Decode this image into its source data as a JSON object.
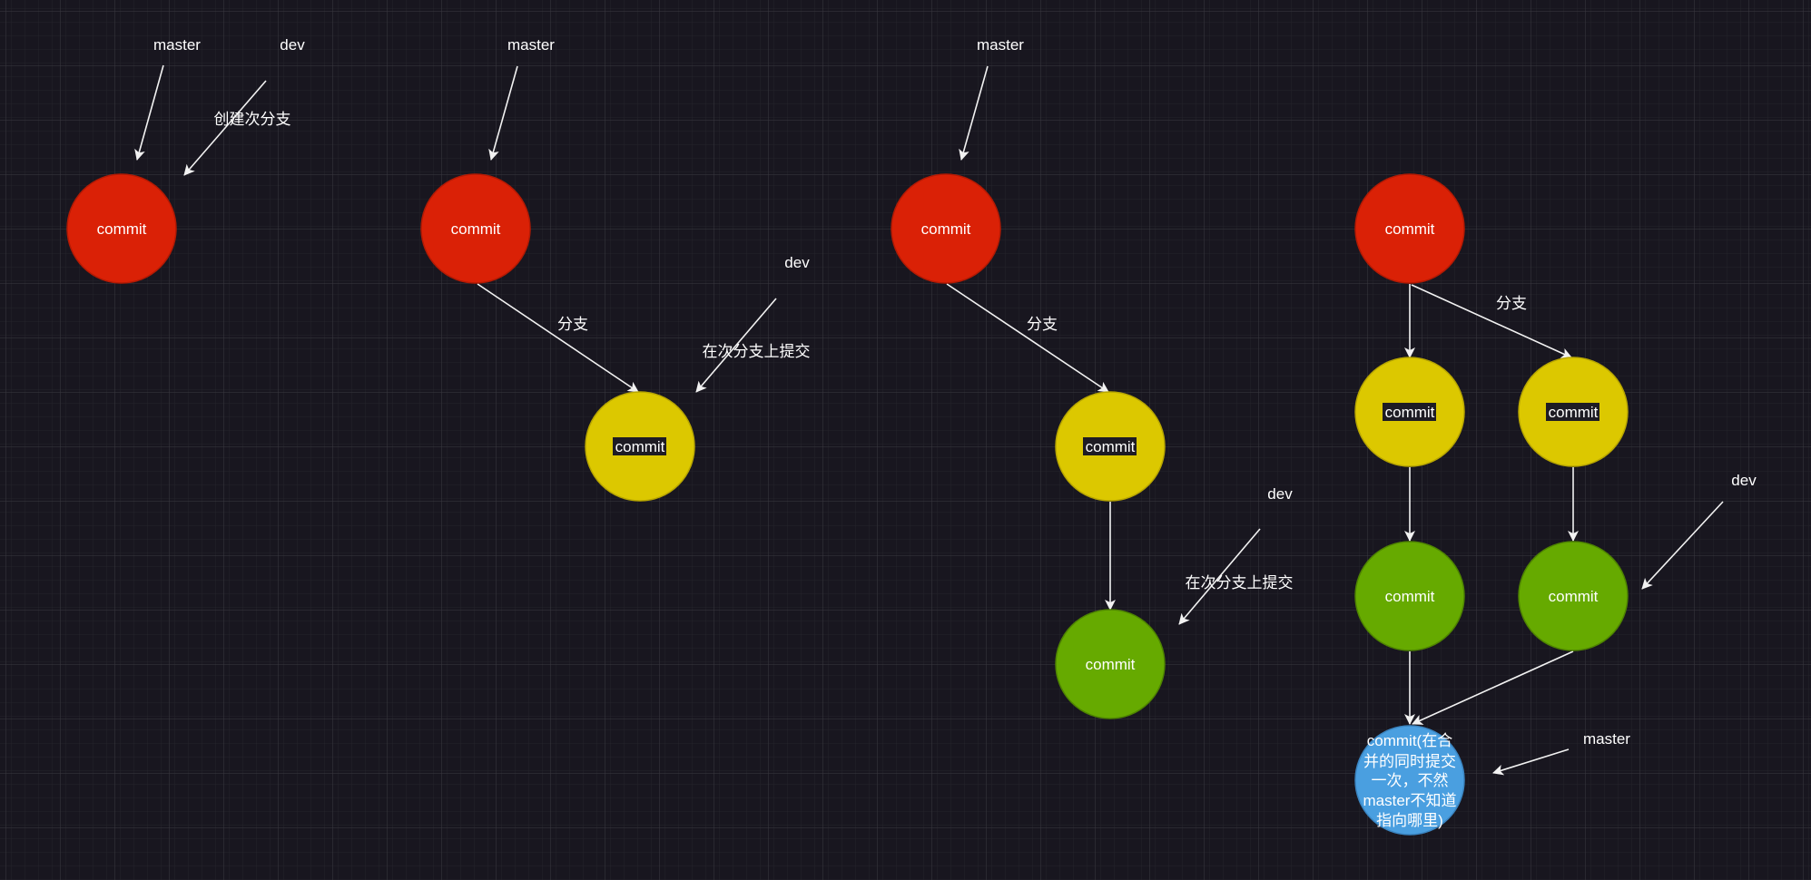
{
  "diagram": {
    "title": "git branch merge flow",
    "colors": {
      "background": "#18161f",
      "grid_major": "#3a3940",
      "grid_minor": "#25242b",
      "master_commit": "#da2106",
      "branch_commit": "#dcc800",
      "new_commit": "#66aa00",
      "merge_commit": "#4a9fe0",
      "edge": "#f2f2f2",
      "text": "#ffffff",
      "text_highlight_bg": "#1e1c24"
    },
    "panels": [
      {
        "id": "panel-1",
        "nodes": [
          {
            "id": "p1-master-commit",
            "label": "commit",
            "kind": "master_commit"
          }
        ],
        "pointers": [
          {
            "id": "p1-master-pointer",
            "label": "master"
          },
          {
            "id": "p1-dev-pointer",
            "label": "dev"
          }
        ],
        "annotations": [
          {
            "id": "p1-note",
            "text": "创建次分支"
          }
        ]
      },
      {
        "id": "panel-2",
        "nodes": [
          {
            "id": "p2-master-commit",
            "label": "commit",
            "kind": "master_commit"
          },
          {
            "id": "p2-branch-commit",
            "label": "commit",
            "kind": "branch_commit"
          }
        ],
        "edges": [
          {
            "from": "p2-master-commit",
            "to": "p2-branch-commit",
            "label": "分支"
          }
        ],
        "pointers": [
          {
            "id": "p2-master-pointer",
            "label": "master"
          },
          {
            "id": "p2-dev-pointer",
            "label": "dev"
          }
        ],
        "annotations": [
          {
            "id": "p2-note",
            "text": "在次分支上提交"
          }
        ]
      },
      {
        "id": "panel-3",
        "nodes": [
          {
            "id": "p3-master-commit",
            "label": "commit",
            "kind": "master_commit"
          },
          {
            "id": "p3-branch-commit",
            "label": "commit",
            "kind": "branch_commit"
          },
          {
            "id": "p3-new-commit",
            "label": "commit",
            "kind": "new_commit"
          }
        ],
        "edges": [
          {
            "from": "p3-master-commit",
            "to": "p3-branch-commit",
            "label": "分支"
          },
          {
            "from": "p3-branch-commit",
            "to": "p3-new-commit",
            "label": ""
          }
        ],
        "pointers": [
          {
            "id": "p3-master-pointer",
            "label": "master"
          },
          {
            "id": "p3-dev-pointer",
            "label": "dev"
          }
        ],
        "annotations": [
          {
            "id": "p3-note",
            "text": "在次分支上提交"
          }
        ]
      },
      {
        "id": "panel-4",
        "nodes": [
          {
            "id": "p4-root-commit",
            "label": "commit",
            "kind": "master_commit"
          },
          {
            "id": "p4-left-branch-commit",
            "label": "commit",
            "kind": "branch_commit"
          },
          {
            "id": "p4-right-branch-commit",
            "label": "commit",
            "kind": "branch_commit"
          },
          {
            "id": "p4-left-new-commit",
            "label": "commit",
            "kind": "new_commit"
          },
          {
            "id": "p4-right-new-commit",
            "label": "commit",
            "kind": "new_commit"
          },
          {
            "id": "p4-merge-commit",
            "label": "commit(在合并的同时提交一次，不然master不知道指向哪里)",
            "kind": "merge_commit",
            "lines": [
              "commit(在合",
              "并的同时提交",
              "一次，不然",
              "master不知道",
              "指向哪里)"
            ]
          }
        ],
        "edges": [
          {
            "from": "p4-root-commit",
            "to": "p4-left-branch-commit",
            "label": ""
          },
          {
            "from": "p4-root-commit",
            "to": "p4-right-branch-commit",
            "label": "分支"
          },
          {
            "from": "p4-left-branch-commit",
            "to": "p4-left-new-commit",
            "label": ""
          },
          {
            "from": "p4-right-branch-commit",
            "to": "p4-right-new-commit",
            "label": ""
          },
          {
            "from": "p4-left-new-commit",
            "to": "p4-merge-commit",
            "label": ""
          },
          {
            "from": "p4-right-new-commit",
            "to": "p4-merge-commit",
            "label": ""
          }
        ],
        "pointers": [
          {
            "id": "p4-dev-pointer",
            "label": "dev"
          },
          {
            "id": "p4-master-pointer",
            "label": "master"
          }
        ]
      }
    ]
  }
}
